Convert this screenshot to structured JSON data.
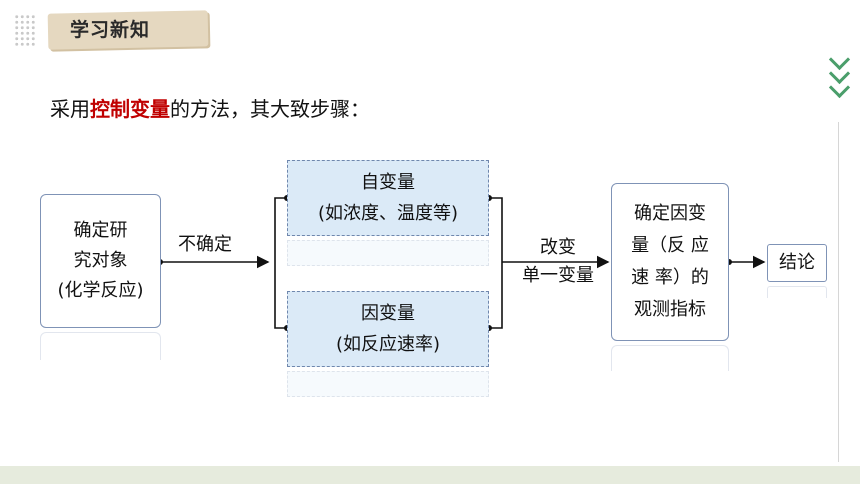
{
  "header": {
    "title": "学习新知"
  },
  "intro": {
    "prefix": "采用",
    "highlight": "控制变量",
    "suffix": "的方法，其大致步骤："
  },
  "diagram": {
    "study_object": {
      "line1": "确定研",
      "line2": "究对象",
      "line3": "(化学反应)"
    },
    "arrow1_label": "不确定",
    "independent": {
      "line1": "自变量",
      "line2": "(如浓度、温度等)"
    },
    "dependent": {
      "line1": "因变量",
      "line2": "(如反应速率)"
    },
    "arrow2_label": {
      "line1": "改变",
      "line2": "单一变量"
    },
    "observe": {
      "line1": "确定因变",
      "line2": "量（反 应",
      "line3": "速 率）的",
      "line4": "观测指标"
    },
    "conclusion": "结论"
  },
  "colors": {
    "accent_red": "#c00000",
    "box_border": "#7f93b6",
    "blue_fill": "#dbeaf7",
    "chevron_green": "#4a9e6b"
  }
}
